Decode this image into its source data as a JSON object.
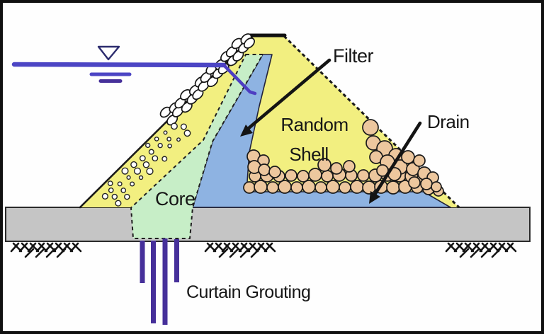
{
  "figure": {
    "labels": {
      "filter": "Filter",
      "random_shell": [
        "Random",
        "Shell"
      ],
      "drain": "Drain",
      "core": "Core",
      "curtain_grouting": "Curtain Grouting"
    },
    "icons": {
      "water_level_marker": "inverted-triangle"
    },
    "colors": {
      "background": "#fefefe",
      "frame": "#111111",
      "shell_yellow": "#f2ef80",
      "core_green": "#c7eec7",
      "filter_blue": "#8eb3e2",
      "rock_tan": "#edc79e",
      "foundation_gray": "#c5c5c5",
      "water_blue": "#4c45c4",
      "seepage_purple": "#4e3ec2",
      "grout_purple": "#46309a",
      "outline": "#1a1a1a",
      "label_text": "#161616"
    }
  }
}
